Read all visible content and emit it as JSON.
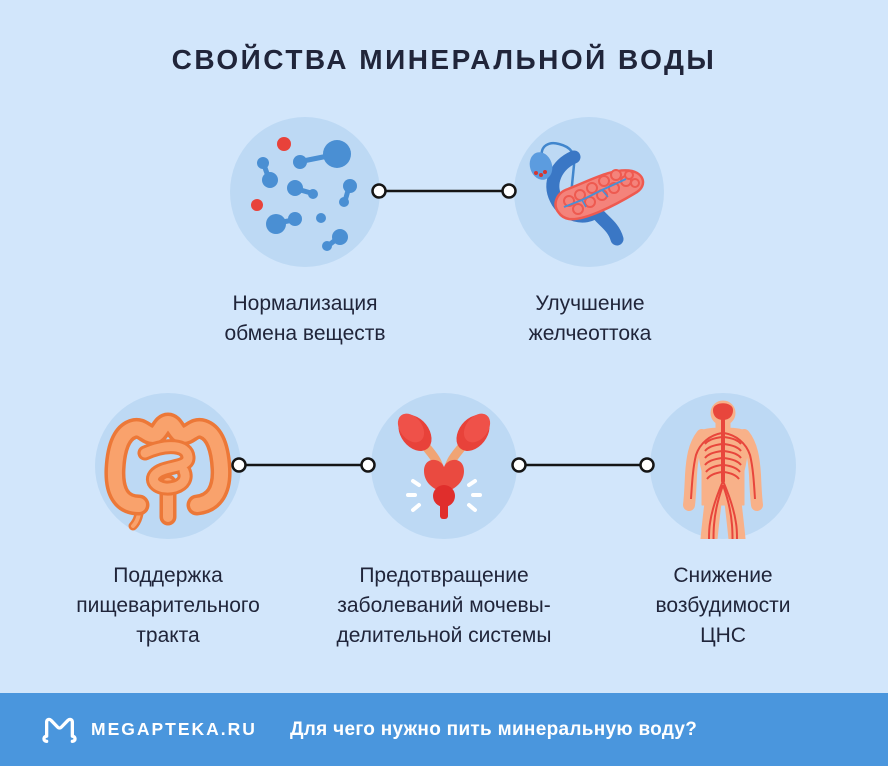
{
  "title": "СВОЙСТВА МИНЕРАЛЬНОЙ ВОДЫ",
  "features": [
    {
      "name": "metabolism",
      "icon": "molecules-icon",
      "lines": [
        "Нормализация",
        "обмена веществ"
      ]
    },
    {
      "name": "bile-flow",
      "icon": "pancreas-icon",
      "lines": [
        "Улучшение",
        "желчеоттока"
      ]
    },
    {
      "name": "digestive-tract",
      "icon": "intestines-icon",
      "lines": [
        "Поддержка",
        "пищеварительного",
        "тракта"
      ]
    },
    {
      "name": "urinary-system",
      "icon": "kidneys-bladder-icon",
      "lines": [
        "Предотвращение",
        "заболеваний мочевы-",
        "делительной системы"
      ]
    },
    {
      "name": "cns",
      "icon": "nervous-system-icon",
      "lines": [
        "Снижение",
        "возбудимости",
        "ЦНС"
      ]
    }
  ],
  "footer": {
    "brand": "MEGAPTEKA.RU",
    "question": "Для чего нужно пить минеральную воду?"
  },
  "colors": {
    "background": "#d2e6fb",
    "bubble": "#bdd9f4",
    "text": "#20253a",
    "footer_bg": "#4a96dd",
    "connector": "#151515",
    "accent_blue": "#4a8fd3",
    "accent_red": "#e8423a",
    "accent_orange": "#f59c68",
    "accent_peach": "#f8b189",
    "accent_pink": "#f4837b"
  }
}
